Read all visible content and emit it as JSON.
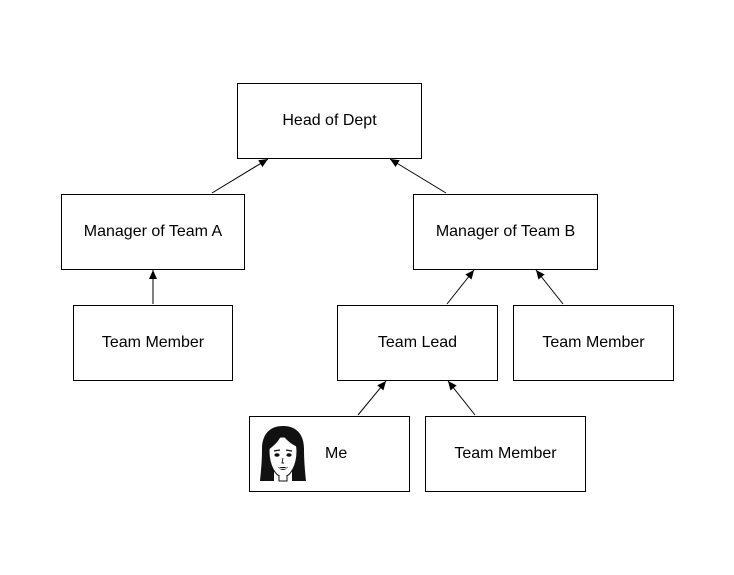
{
  "diagram": {
    "nodes": {
      "head": {
        "label": "Head of Dept"
      },
      "manager_a": {
        "label": "Manager of Team A"
      },
      "manager_b": {
        "label": "Manager of Team B"
      },
      "team_member_a": {
        "label": "Team Member"
      },
      "team_lead": {
        "label": "Team Lead"
      },
      "team_member_b": {
        "label": "Team Member"
      },
      "me": {
        "label": "Me",
        "icon": "woman-avatar-icon"
      },
      "team_member_lead": {
        "label": "Team Member"
      }
    },
    "edges": [
      {
        "from": "manager_a",
        "to": "head"
      },
      {
        "from": "manager_b",
        "to": "head"
      },
      {
        "from": "team_member_a",
        "to": "manager_a"
      },
      {
        "from": "team_lead",
        "to": "manager_b"
      },
      {
        "from": "team_member_b",
        "to": "manager_b"
      },
      {
        "from": "me",
        "to": "team_lead"
      },
      {
        "from": "team_member_lead",
        "to": "team_lead"
      }
    ],
    "colors": {
      "stroke": "#000000",
      "background": "#ffffff"
    }
  }
}
